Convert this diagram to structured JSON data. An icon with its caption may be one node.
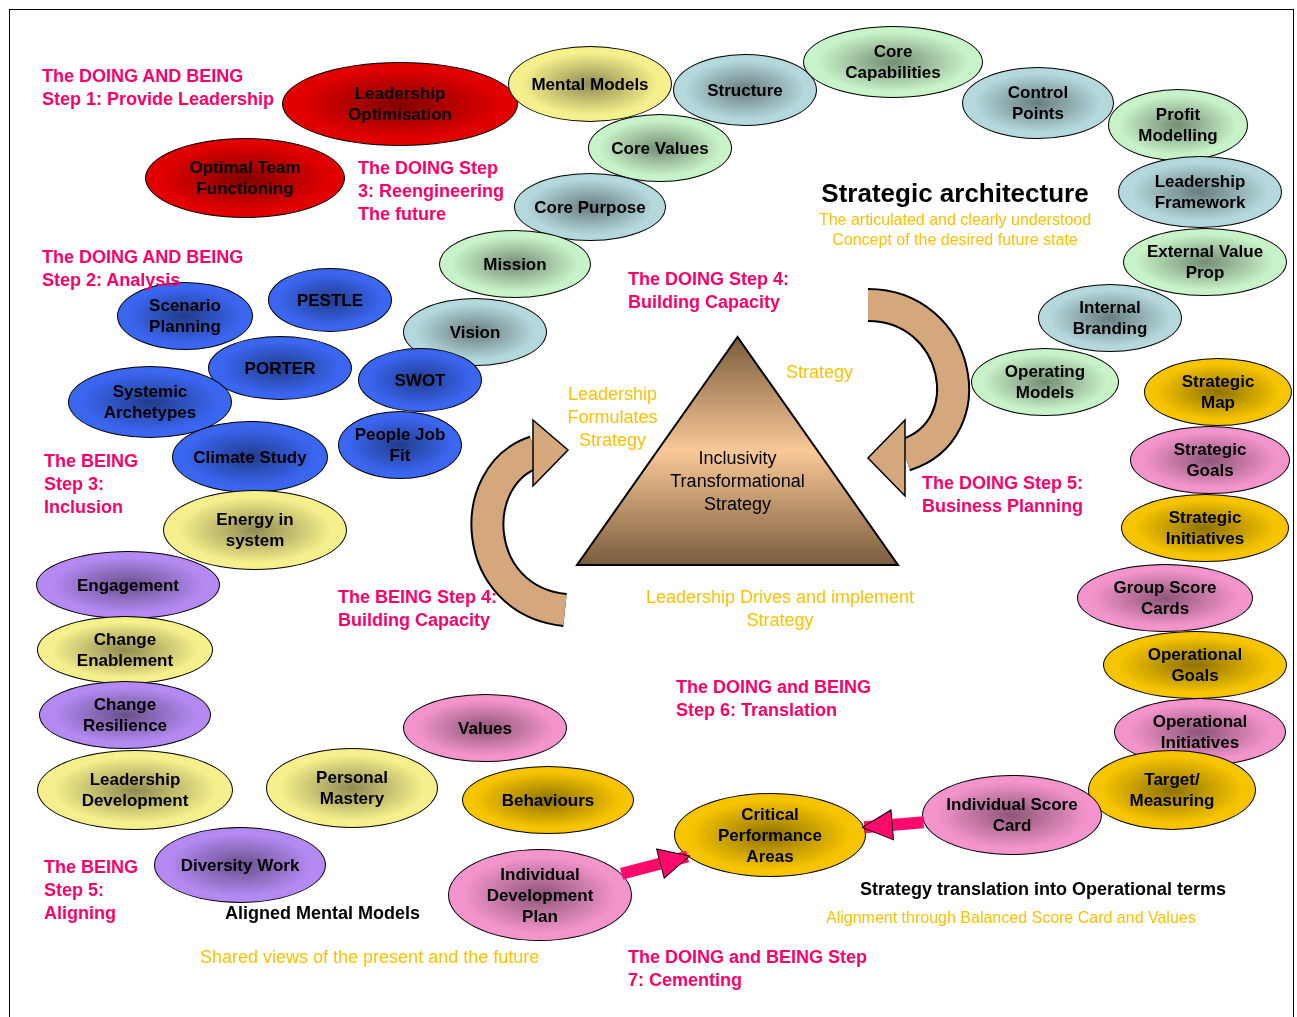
{
  "diagram": {
    "nodes": [
      {
        "text": [
          "Leadership Optimisation"
        ]
      },
      {
        "text": [
          "Optimal Team Functioning"
        ]
      },
      {
        "text": [
          "Mental Models"
        ]
      },
      {
        "text": [
          "Structure"
        ]
      },
      {
        "text": [
          "Core Capabilities"
        ]
      },
      {
        "text": [
          "Control Points"
        ]
      },
      {
        "text": [
          "Profit Modelling"
        ]
      },
      {
        "text": [
          "Core Values"
        ]
      },
      {
        "text": [
          "Core Purpose"
        ]
      },
      {
        "text": [
          "Leadership Framework"
        ]
      },
      {
        "text": [
          "Mission"
        ]
      },
      {
        "text": [
          "External Value Prop"
        ]
      },
      {
        "text": [
          "Internal Branding"
        ]
      },
      {
        "text": [
          "Vision"
        ]
      },
      {
        "text": [
          "Operating Models"
        ]
      },
      {
        "text": [
          "Scenario Planning"
        ]
      },
      {
        "text": [
          "PESTLE"
        ]
      },
      {
        "text": [
          "PORTER"
        ]
      },
      {
        "text": [
          "SWOT"
        ]
      },
      {
        "text": [
          "Systemic Archetypes"
        ]
      },
      {
        "text": [
          "Climate Study"
        ]
      },
      {
        "text": [
          "People Job Fit"
        ]
      },
      {
        "text": [
          "Strategic Map"
        ]
      },
      {
        "text": [
          "Strategic Goals"
        ]
      },
      {
        "text": [
          "Strategic Initiatives"
        ]
      },
      {
        "text": [
          "Inclusivity Transformational Strategy"
        ]
      },
      {
        "text": [
          "Energy in system"
        ]
      },
      {
        "text": [
          "Group Score Cards"
        ]
      },
      {
        "text": [
          "Engagement"
        ]
      },
      {
        "text": [
          "Change Enablement"
        ]
      },
      {
        "text": [
          "Operational Goals"
        ]
      },
      {
        "text": [
          "Change Resilience"
        ]
      },
      {
        "text": [
          "Values"
        ]
      },
      {
        "text": [
          "Operational Initiatives"
        ]
      },
      {
        "text": [
          "Leadership Development"
        ]
      },
      {
        "text": [
          "Personal Mastery"
        ]
      },
      {
        "text": [
          "Behaviours"
        ]
      },
      {
        "text": [
          "Target/ Measuring"
        ]
      },
      {
        "text": [
          "Individual Score Card"
        ]
      },
      {
        "text": [
          "Critical Performance Areas"
        ]
      },
      {
        "text": [
          "Diversity Work"
        ]
      },
      {
        "text": [
          "Individual Development Plan"
        ]
      }
    ],
    "edges": [
      {
        "from": 41,
        "to": 39,
        "arrow": "to"
      },
      {
        "from": 38,
        "to": 39,
        "arrow": "to"
      }
    ],
    "labels": [
      "The DOING AND BEING Step 1: Provide Leadership",
      "The DOING Step 3: Reengineering The future",
      "Strategic architecture",
      "The articulated and clearly understood Concept of the desired future state",
      "The DOING AND BEING Step 2: Analysis",
      "The DOING Step 4: Building Capacity",
      "Strategy",
      "Leadership Formulates Strategy",
      "The BEING Step 3: Inclusion",
      "The DOING Step 5: Business Planning",
      "The BEING Step 4: Building Capacity",
      "Leadership Drives and implement Strategy",
      "The DOING and BEING Step 6: Translation",
      "The BEING Step 5: Aligning",
      "Strategy translation into Operational terms",
      "Aligned Mental Models",
      "Alignment through Balanced Score Card and Values",
      "Shared views of the present and the future",
      "The DOING and BEING Step 7: Cementing"
    ]
  }
}
